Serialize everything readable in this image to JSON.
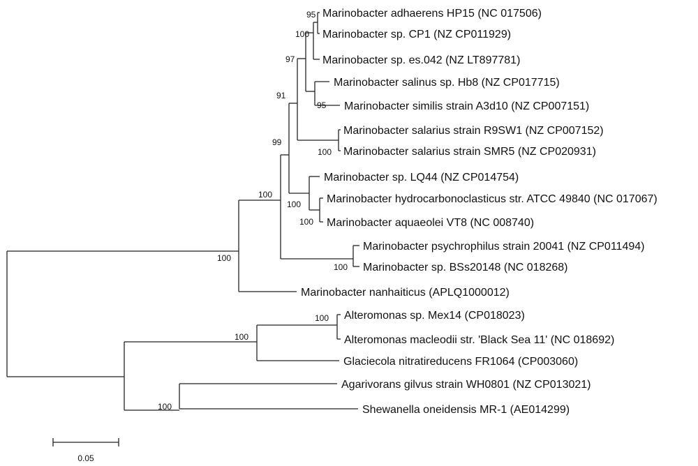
{
  "tree": {
    "taxa": [
      "Marinobacter adhaerens HP15 (NC 017506)",
      "Marinobacter sp. CP1 (NZ CP011929)",
      "Marinobacter sp. es.042 (NZ LT897781)",
      "Marinobacter salinus sp. Hb8 (NZ CP017715)",
      "Marinobacter similis strain A3d10 (NZ CP007151)",
      "Marinobacter salarius strain R9SW1 (NZ CP007152)",
      "Marinobacter salarius strain SMR5 (NZ CP020931)",
      "Marinobacter sp. LQ44 (NZ CP014754)",
      "Marinobacter hydrocarbonoclasticus str. ATCC 49840 (NC 017067)",
      "Marinobacter aquaeolei VT8 (NC 008740)",
      "Marinobacter psychrophilus strain 20041 (NZ CP011494)",
      "Marinobacter sp. BSs20148 (NC 018268)",
      "Marinobacter nanhaiticus (APLQ1000012)",
      "Alteromonas sp. Mex14 (CP018023)",
      "Alteromonas macleodii str. 'Black Sea 11' (NC 018692)",
      "Glaciecola nitratireducens FR1064 (CP003060)",
      "Agarivorans gilvus strain WH0801 (NZ CP013021)",
      "Shewanella oneidensis MR-1 (AE014299)"
    ],
    "supports": [
      "95",
      "100",
      "97",
      "95",
      "91",
      "100",
      "99",
      "100",
      "100",
      "100",
      "100",
      "100",
      "100",
      "100",
      "100"
    ]
  },
  "scale_bar": {
    "label": "0.05"
  }
}
